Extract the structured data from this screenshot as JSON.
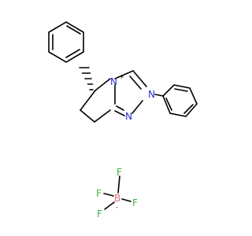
{
  "structure": {
    "cation": {
      "atoms": {
        "n4": "N",
        "n4_charge": "+",
        "n1": "N",
        "n2": "N"
      }
    },
    "anion": {
      "boron": "B",
      "boron_charge": "-",
      "fluorines": [
        "F",
        "F",
        "F",
        "F"
      ]
    }
  }
}
